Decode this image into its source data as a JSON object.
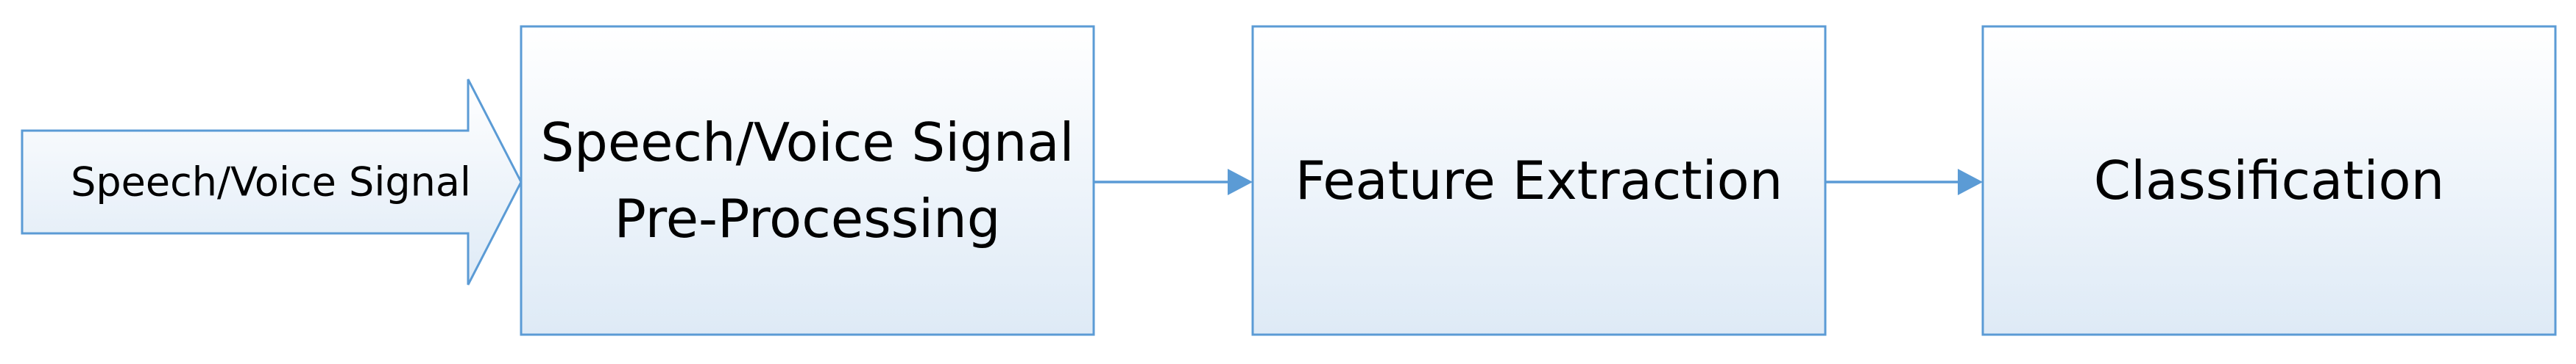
{
  "diagram": {
    "input": {
      "label": "Speech/Voice Signal"
    },
    "steps": [
      {
        "id": "preprocessing",
        "lines": [
          "Speech/Voice Signal",
          "Pre-Processing"
        ]
      },
      {
        "id": "feature-extraction",
        "lines": [
          "Feature Extraction"
        ]
      },
      {
        "id": "classification",
        "lines": [
          "Classification"
        ]
      }
    ],
    "colors": {
      "box_fill_top": "#ffffff",
      "box_fill_bottom": "#deeaf6",
      "box_border": "#5b9bd5",
      "arrow": "#5b9bd5",
      "text": "#000000"
    }
  }
}
